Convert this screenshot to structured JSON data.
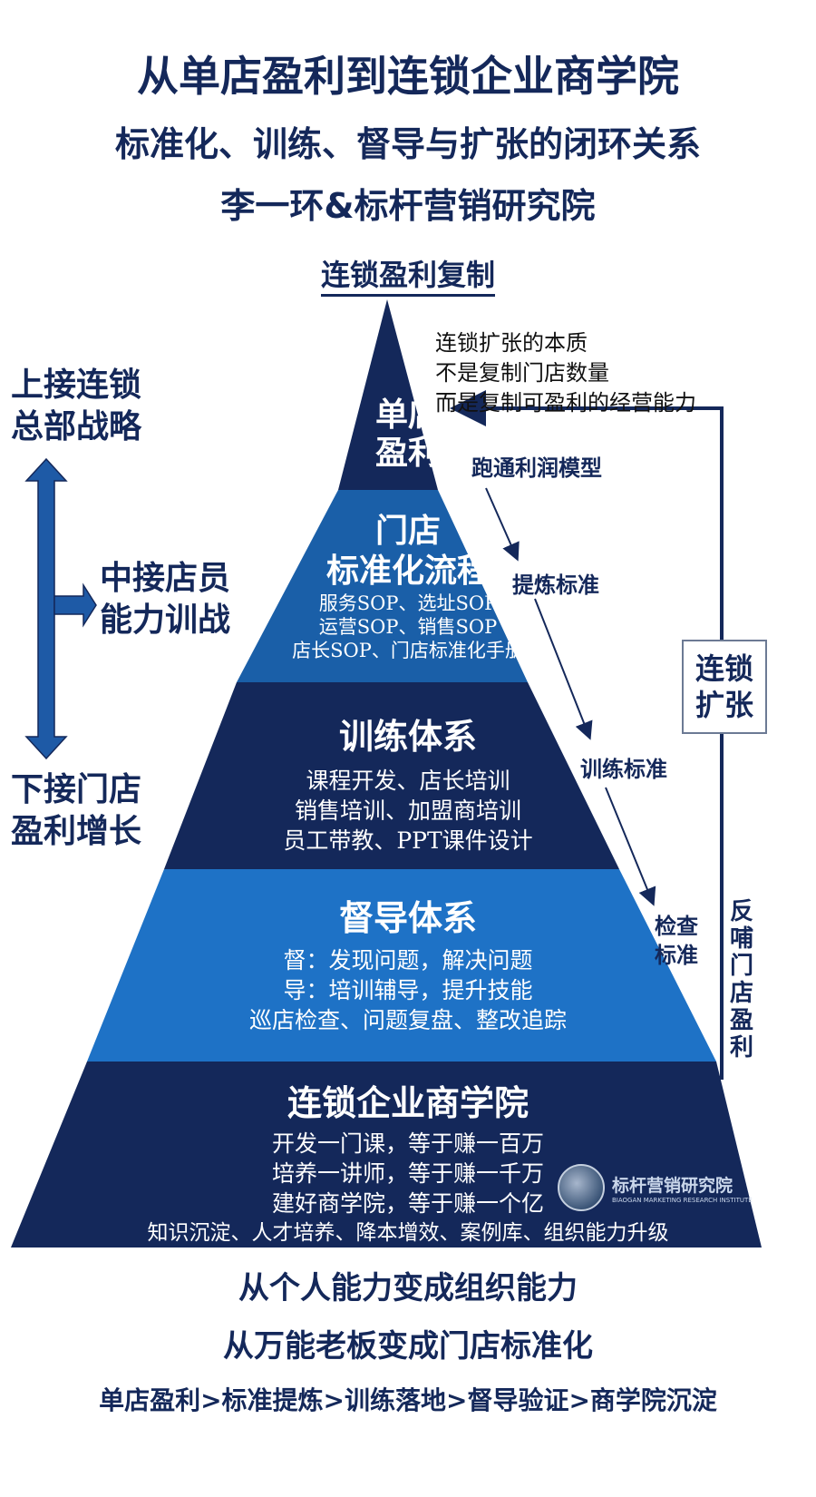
{
  "header": {
    "title": "从单店盈利到连锁企业商学院",
    "subtitle": "标准化、训练、督导与扩张的闭环关系",
    "author": "李一环&标杆营销研究院"
  },
  "apex_label": "连锁盈利复制",
  "colors": {
    "dark": "#14285a",
    "mid": "#1a5fa8",
    "light": "#1e72c6",
    "text": "#14285a"
  },
  "tiers": [
    {
      "heading": [
        "单店",
        "盈利"
      ],
      "lines": []
    },
    {
      "heading": [
        "门店",
        "标准化流程"
      ],
      "lines": [
        "服务SOP、选址SOP",
        "运营SOP、销售SOP",
        "店长SOP、门店标准化手册"
      ]
    },
    {
      "heading": [
        "训练体系"
      ],
      "lines": [
        "课程开发、店长培训",
        "销售培训、加盟商培训",
        "员工带教、PPT课件设计"
      ]
    },
    {
      "heading": [
        "督导体系"
      ],
      "lines": [
        "督：发现问题，解决问题",
        "导：培训辅导，提升技能",
        "巡店检查、问题复盘、整改追踪"
      ]
    },
    {
      "heading": [
        "连锁企业商学院"
      ],
      "lines": [
        "开发一门课，等于赚一百万",
        "培养一讲师，等于赚一千万",
        "建好商学院，等于赚一个亿",
        "知识沉淀、人才培养、降本增效、案例库、组织能力升级"
      ]
    }
  ],
  "left": {
    "top": [
      "上接连锁",
      "总部战略"
    ],
    "middle": [
      "中接店员",
      "能力训战"
    ],
    "bottom": [
      "下接门店",
      "盈利增长"
    ]
  },
  "note": [
    "连锁扩张的本质",
    "不是复制门店数量",
    "而是复制可盈利的经营能力"
  ],
  "flow_labels": [
    "跑通利润模型",
    "提炼标准",
    "训练标准",
    "检查",
    "标准"
  ],
  "expand_box": [
    "连锁",
    "扩张"
  ],
  "feedback": [
    "反",
    "哺",
    "门",
    "店",
    "盈",
    "利"
  ],
  "logo": {
    "name": "标杆营销研究院",
    "english": "BIAOGAN MARKETING RESEARCH INSTITUTE"
  },
  "footer": [
    "从个人能力变成组织能力",
    "从万能老板变成门店标准化",
    "单店盈利>标准提炼>训练落地>督导验证>商学院沉淀"
  ]
}
